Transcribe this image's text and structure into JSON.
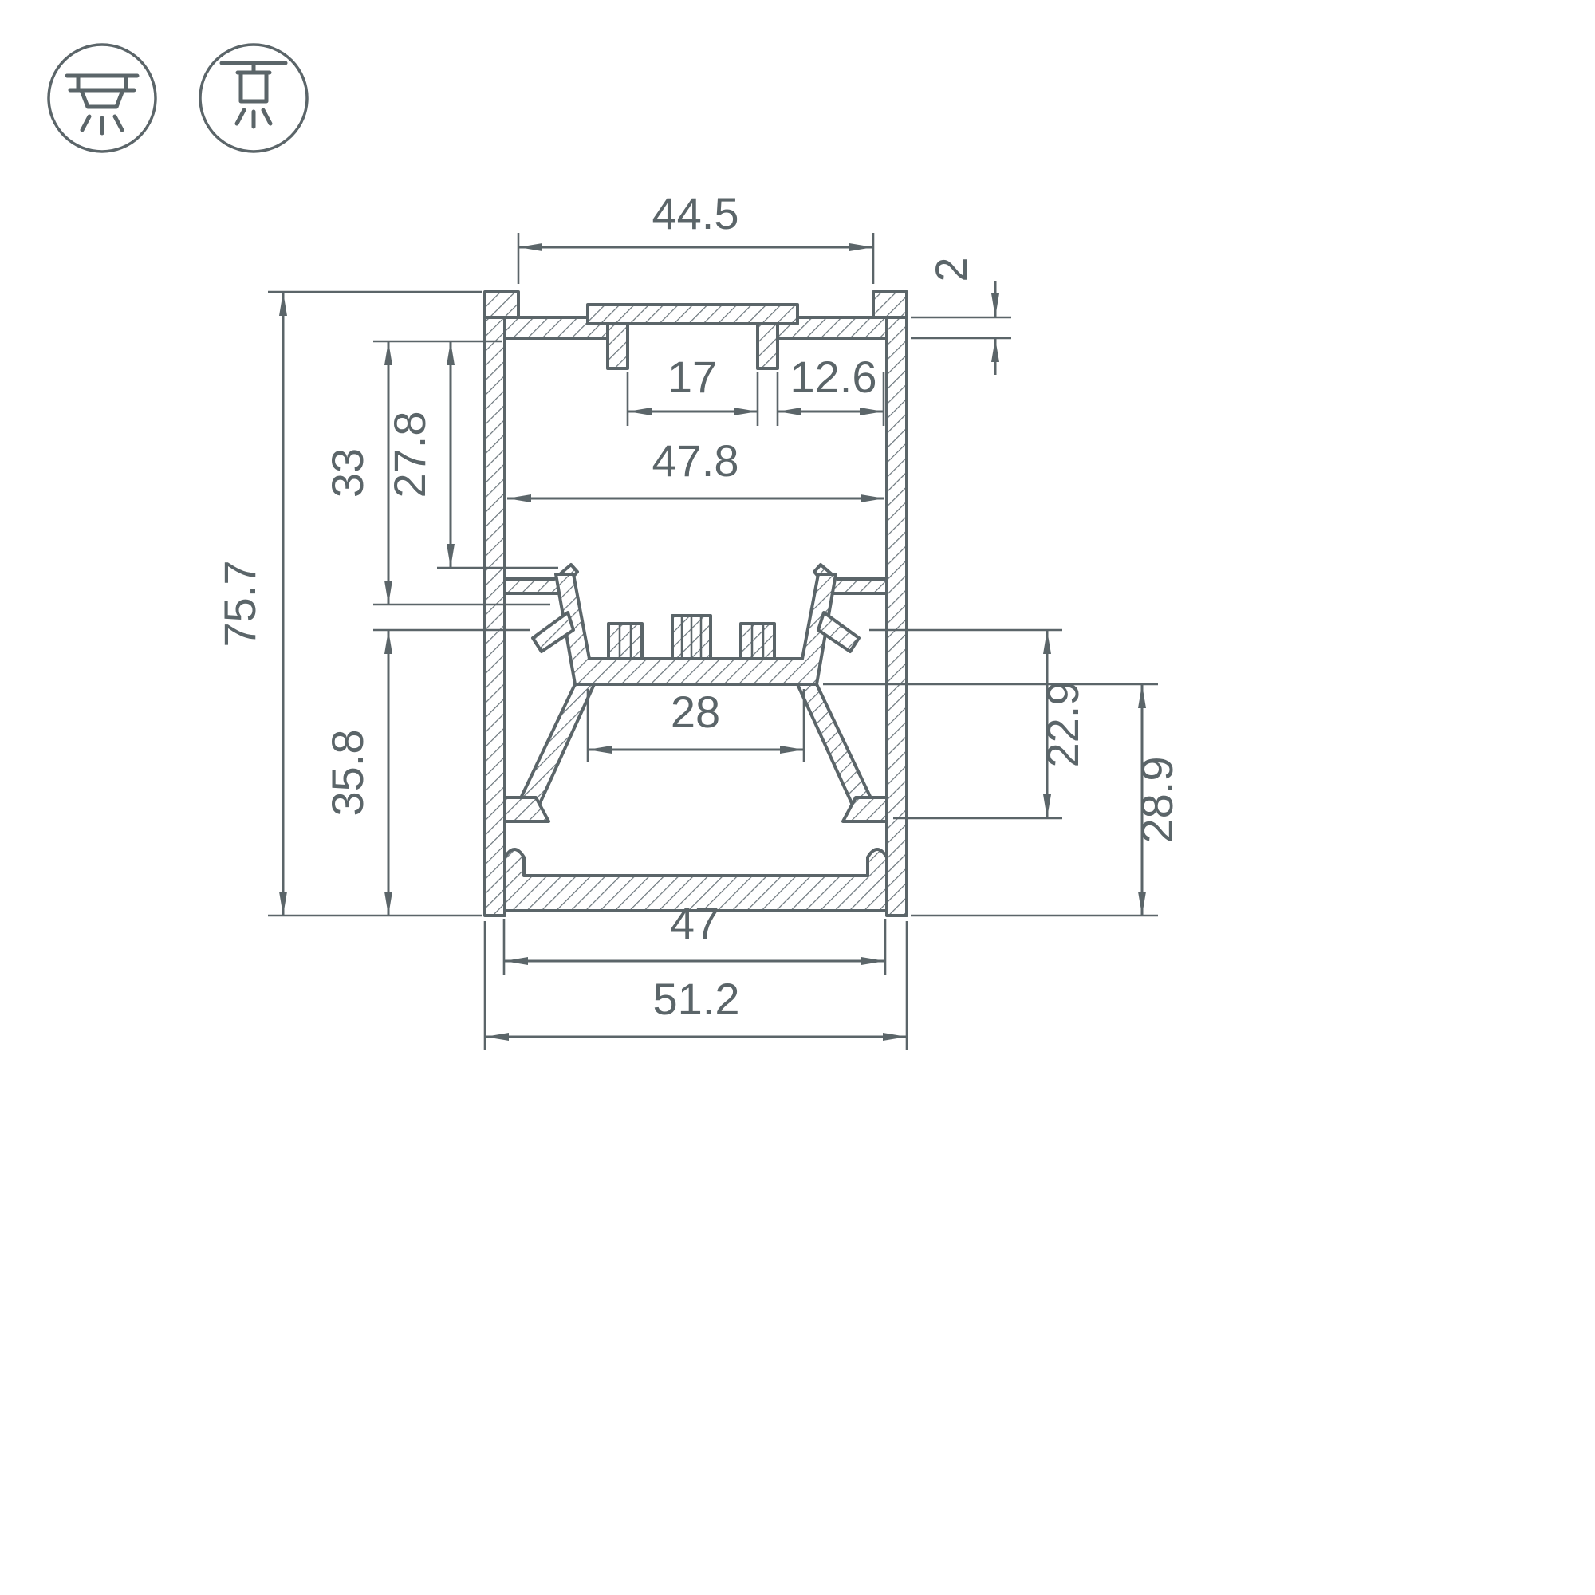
{
  "page": {
    "background": "#ffffff",
    "line_color": "#5b6569"
  },
  "icons": [
    {
      "name": "recessed-mount-icon"
    },
    {
      "name": "pendant-mount-icon"
    }
  ],
  "dims": {
    "top_opening": "44.5",
    "flange_thickness": "2",
    "center_slot": "17",
    "side_slot": "12.6",
    "inner_width": "47.8",
    "upper_inner_depth": "27.8",
    "upper_depth": "33",
    "overall_height": "75.7",
    "lower_depth": "35.8",
    "tray_width": "28",
    "snap_depth": "22.9",
    "lower_cavity_depth": "28.9",
    "bottom_opening": "47",
    "overall_width": "51.2"
  }
}
